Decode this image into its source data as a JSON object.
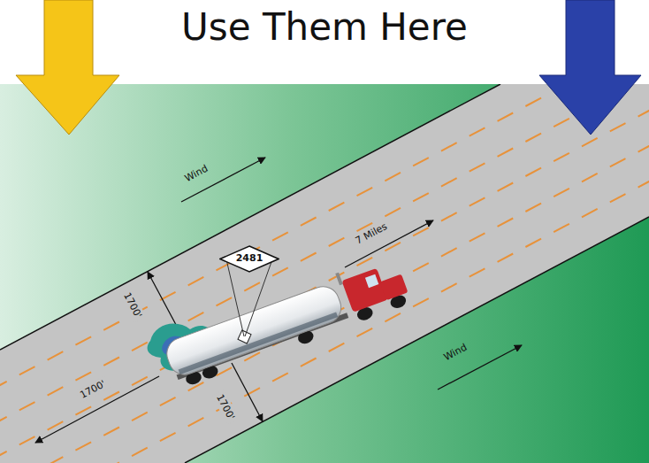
{
  "diagram": {
    "title": "Use Them Here",
    "nodes": [
      {
        "text": [
          "2481"
        ]
      }
    ],
    "labels": [
      "Wind",
      "7 Miles",
      "1700'",
      "Wind",
      "1700'",
      "1700'"
    ]
  }
}
